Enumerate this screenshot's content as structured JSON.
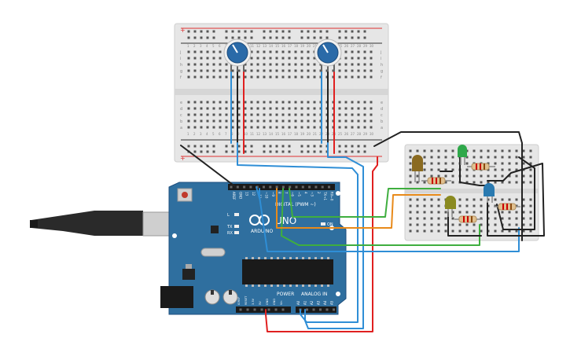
{
  "arduino": {
    "brand": "ARDUINO",
    "model": "UNO",
    "digital_label": "DIGITAL (PWM ~)",
    "power_label": "POWER",
    "analog_label": "ANALOG IN",
    "on_label": "ON",
    "l_label": "L",
    "tx_label": "TX",
    "rx_label": "RX",
    "top_pins": [
      "AREF",
      "GND",
      "13",
      "12",
      "~11",
      "~10",
      "~9",
      "8",
      "7",
      "~6",
      "~5",
      "4",
      "~3",
      "2",
      "TX→1",
      "RX←0"
    ],
    "power_pins": [
      "IOREF",
      "RESET",
      "3.3V",
      "5V",
      "GND",
      "GND",
      "Vin"
    ],
    "analog_pins": [
      "A0",
      "A1",
      "A2",
      "A3",
      "A4",
      "A5"
    ]
  },
  "breadboard_main": {
    "rows_left": [
      "j",
      "i",
      "h",
      "g",
      "f",
      "e",
      "d",
      "c",
      "b",
      "a"
    ],
    "col_numbers": [
      "1",
      "2",
      "3",
      "4",
      "5",
      "6",
      "7",
      "8",
      "9",
      "10",
      "11",
      "12",
      "13",
      "14",
      "15",
      "16",
      "17",
      "18",
      "19",
      "20",
      "21",
      "22",
      "23",
      "24",
      "25",
      "26",
      "27",
      "28",
      "29",
      "30"
    ]
  },
  "colors": {
    "arduino_board": "#2f6f9f",
    "wire_blue": "#2f8ed6",
    "wire_red": "#e02020",
    "wire_black": "#222222",
    "wire_green": "#3fae3f",
    "wire_orange": "#e88a1a",
    "breadboard": "#e4e4e4",
    "potentiometer": "#2a6aa8"
  }
}
